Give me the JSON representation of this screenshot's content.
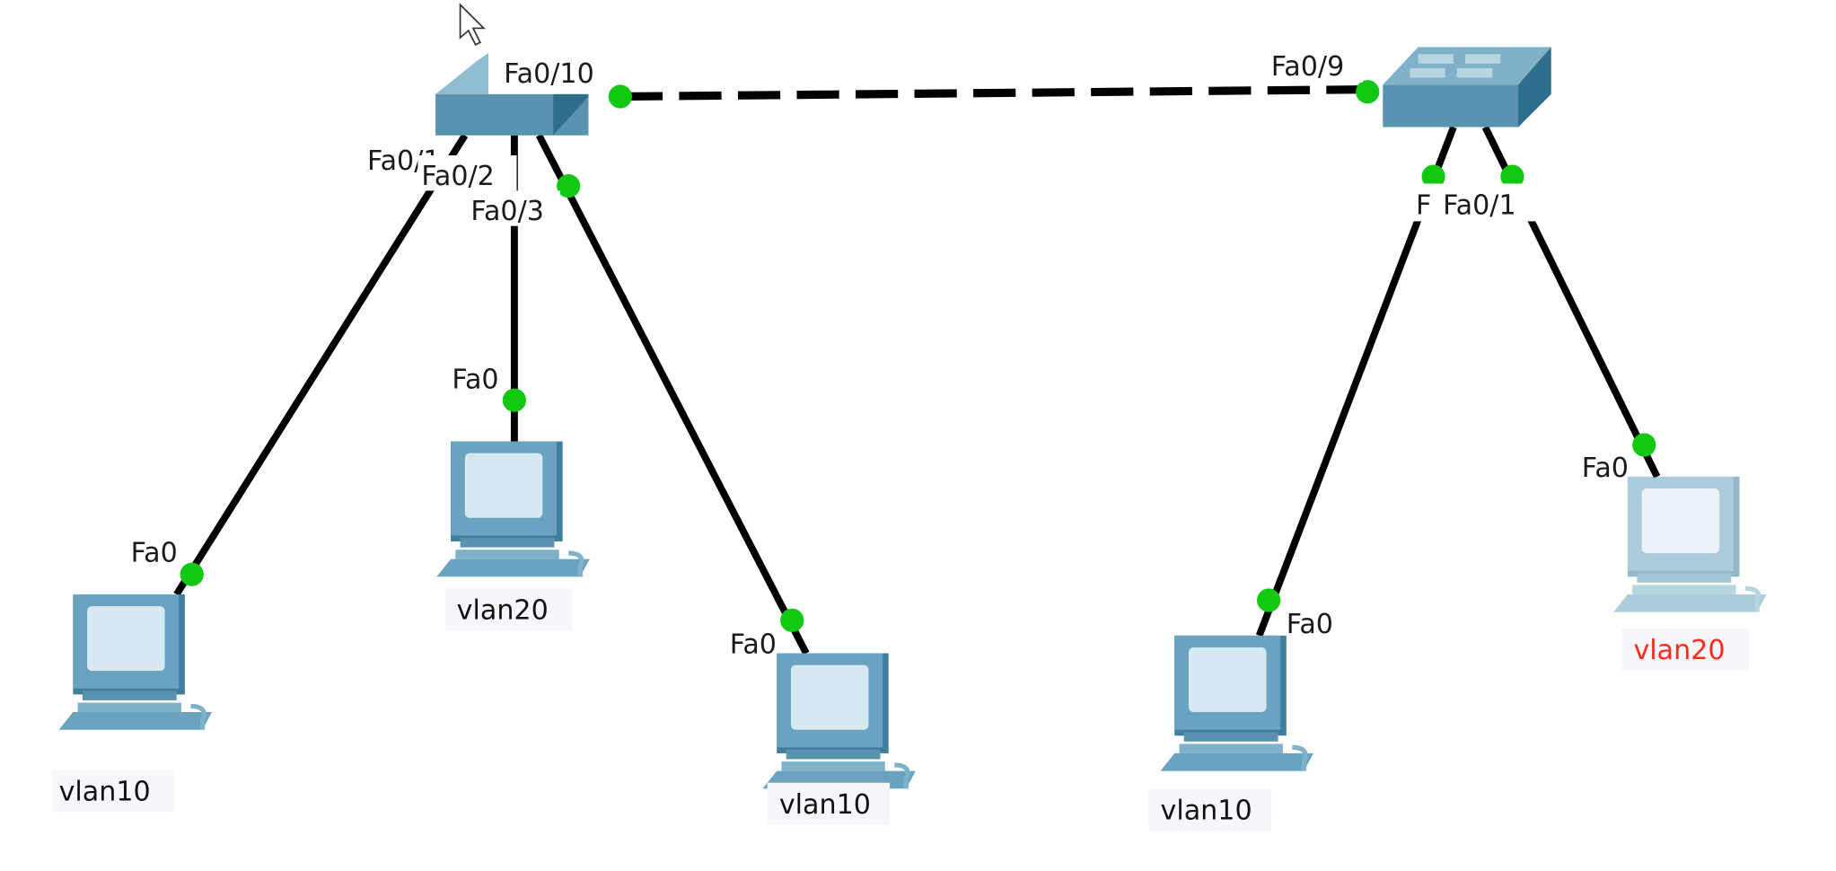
{
  "switches": [
    {
      "id": "switch-left",
      "ports": {
        "uplink": "Fa0/10",
        "p1": "Fa0/1",
        "p2": "Fa0/2",
        "p3": "Fa0/3"
      }
    },
    {
      "id": "switch-right",
      "ports": {
        "uplink": "Fa0/9",
        "p_left": "F",
        "p1": "Fa0/1"
      }
    }
  ],
  "pcs": [
    {
      "port": "Fa0",
      "label": "vlan10"
    },
    {
      "port": "Fa0",
      "label": "vlan20"
    },
    {
      "port": "Fa0",
      "label": "vlan10"
    },
    {
      "port": "Fa0",
      "label": "vlan10"
    },
    {
      "port": "Fa0",
      "label": "vlan20"
    }
  ],
  "colors": {
    "link_up": "#12c812",
    "device": "#5a93b0",
    "highlight_label": "#ff2a1a"
  },
  "icons": {
    "cursor": "mouse-pointer-icon",
    "switch": "switch-icon",
    "pc": "pc-icon"
  }
}
